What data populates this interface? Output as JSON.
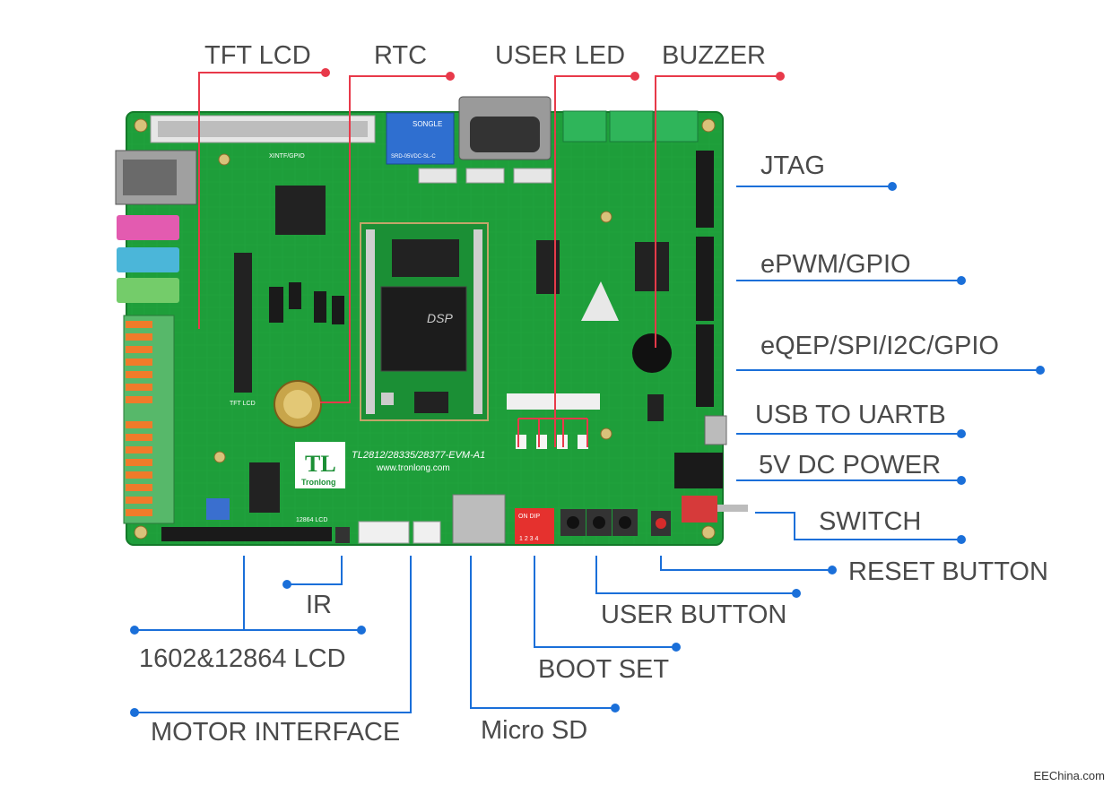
{
  "labels": {
    "tft_lcd": "TFT LCD",
    "rtc": "RTC",
    "user_led": "USER LED",
    "buzzer": "BUZZER",
    "jtag": "JTAG",
    "epwm_gpio": "ePWM/GPIO",
    "eqep": "eQEP/SPI/I2C/GPIO",
    "usb_uartb": "USB TO UARTB",
    "dc_power": "5V DC POWER",
    "switch": "SWITCH",
    "reset_button": "RESET BUTTON",
    "user_button": "USER BUTTON",
    "boot_set": "BOOT SET",
    "micro_sd": "Micro SD",
    "motor_interface": "MOTOR INTERFACE",
    "lcd_1602": "1602&12864 LCD",
    "ir": "IR"
  },
  "board": {
    "model": "TL2812/28335/28377-EVM-A1",
    "url": "www.tronlong.com",
    "logo": "TL",
    "brand": "Tronlong",
    "chip": "DSP",
    "relay_brand": "SONGLE",
    "relay_model": "SRD-05VDC-SL-C",
    "dip_label": "ON  DIP",
    "dip_numbers": "1 2 3 4",
    "silk_tft": "TFT LCD",
    "silk_12864": "12864 LCD",
    "silk_xintf": "XINTF/GPIO"
  },
  "watermark": "EEChina.com",
  "colors": {
    "pcb": "#1e9e3a",
    "pcb_dark": "#147a2a",
    "red_leader": "#e8394a",
    "blue_leader": "#1a6fd9",
    "label_text": "#4a4a4a"
  }
}
